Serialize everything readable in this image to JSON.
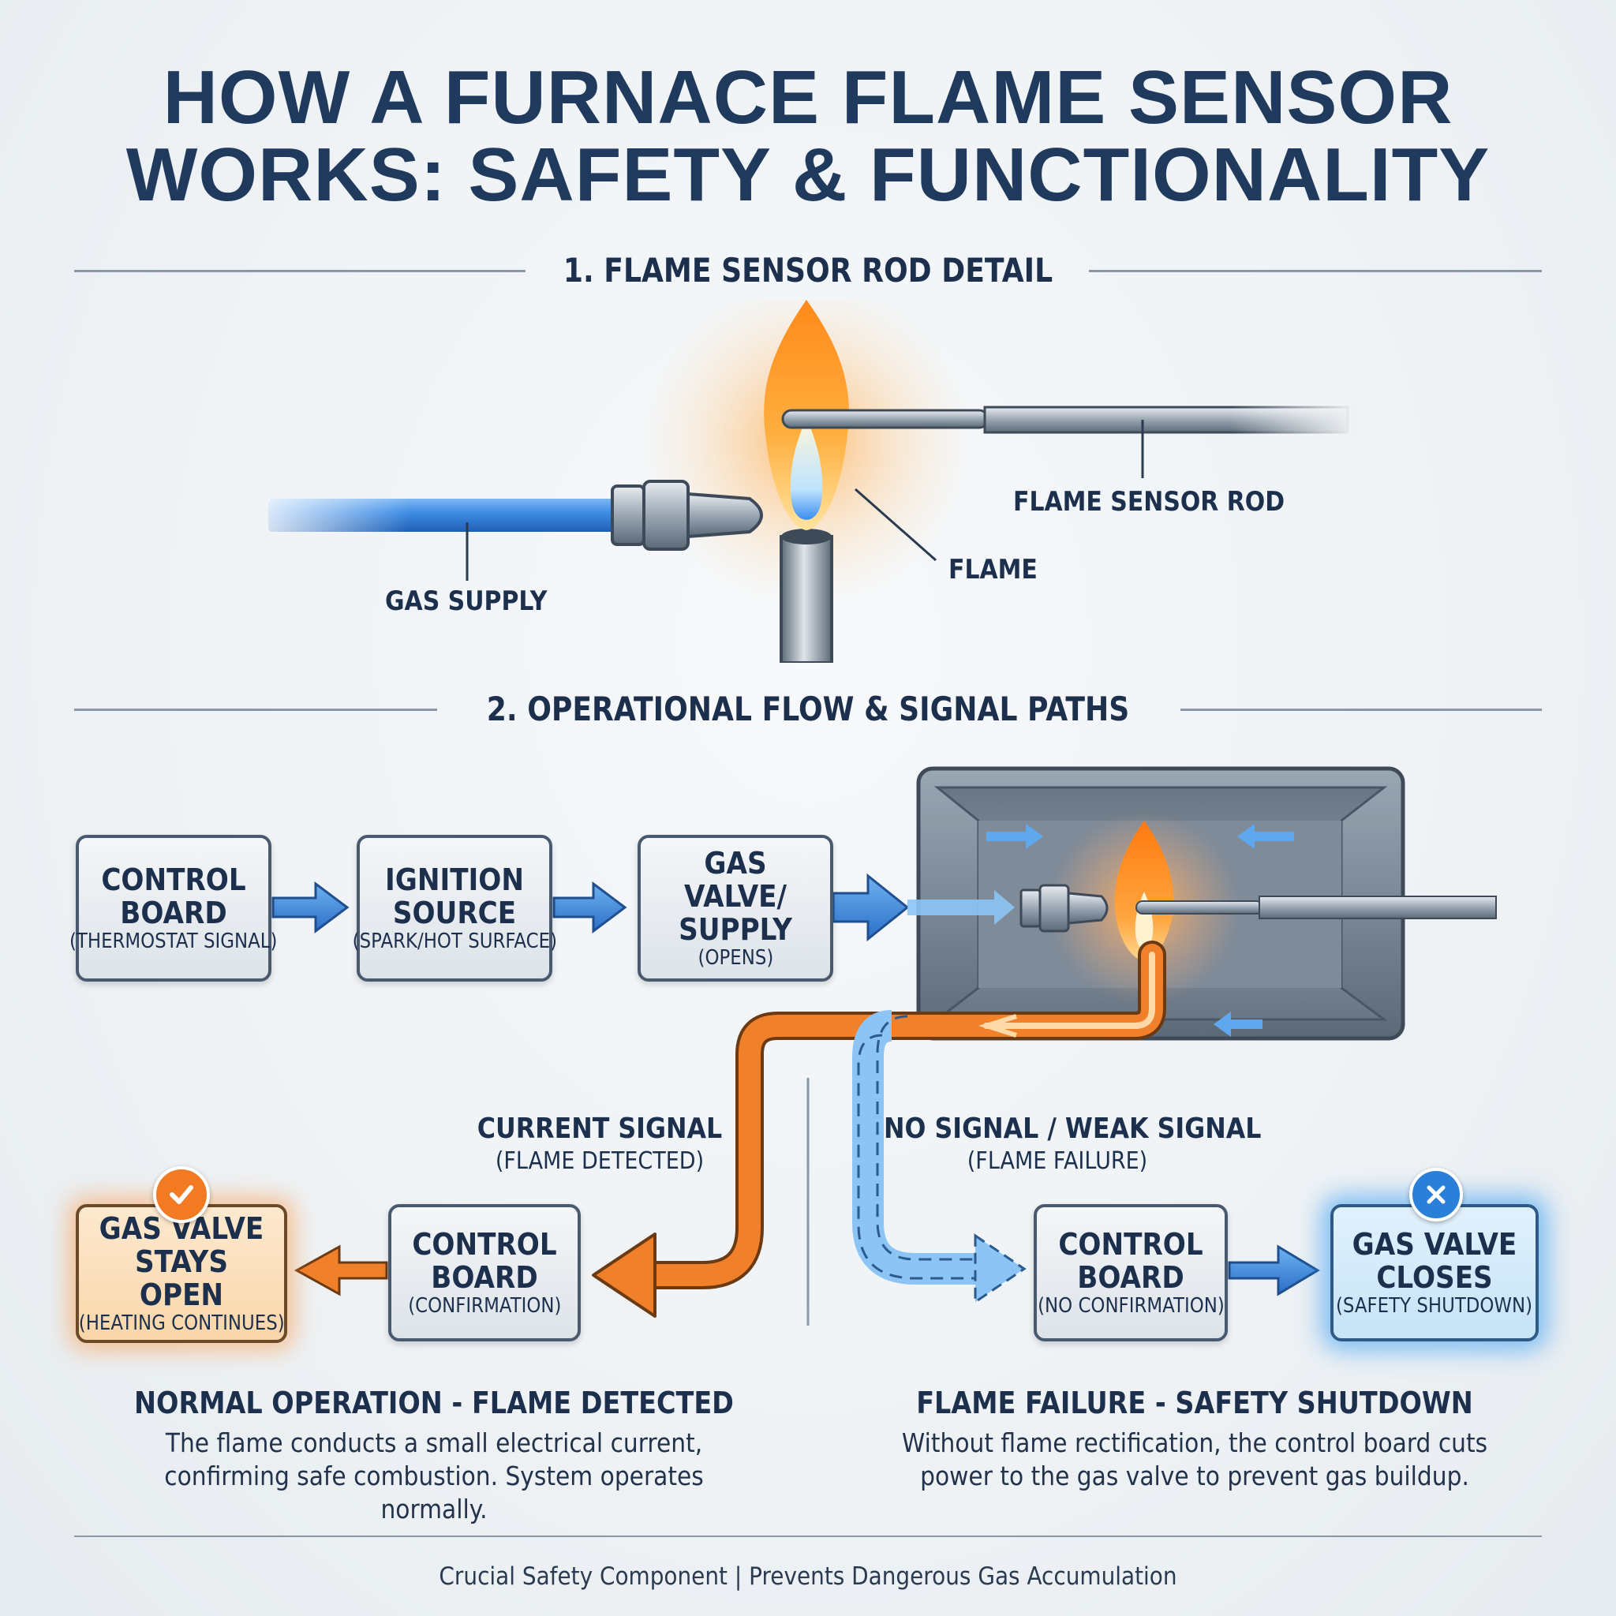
{
  "title": {
    "line1": "HOW A FURNACE FLAME SENSOR",
    "line2": "WORKS: SAFETY & FUNCTIONALITY"
  },
  "section1": {
    "heading": "1. FLAME SENSOR ROD DETAIL",
    "labels": {
      "gas_supply": "GAS SUPPLY",
      "flame": "FLAME",
      "rod": "FLAME SENSOR ROD"
    }
  },
  "section2": {
    "heading": "2. OPERATIONAL FLOW & SIGNAL PATHS",
    "flow": [
      {
        "main": "CONTROL BOARD",
        "sub": "(THERMOSTAT SIGNAL)"
      },
      {
        "main": "IGNITION SOURCE",
        "sub": "(SPARK/HOT SURFACE)"
      },
      {
        "main": "GAS VALVE/ SUPPLY",
        "sub": "(OPENS)"
      }
    ],
    "normal": {
      "signal_main": "CURRENT SIGNAL",
      "signal_sub": "(FLAME DETECTED)",
      "board_main": "CONTROL BOARD",
      "board_sub": "(CONFIRMATION)",
      "result_main": "GAS VALVE STAYS OPEN",
      "result_sub": "(HEATING CONTINUES)",
      "heading": "NORMAL OPERATION - FLAME DETECTED",
      "description": "The flame conducts a small electrical current, confirming safe combustion. System operates normally."
    },
    "failure": {
      "signal_main": "NO SIGNAL / WEAK SIGNAL",
      "signal_sub": "(FLAME FAILURE)",
      "board_main": "CONTROL BOARD",
      "board_sub": "(NO CONFIRMATION)",
      "result_main": "GAS VALVE CLOSES",
      "result_sub": "(SAFETY SHUTDOWN)",
      "heading": "FLAME FAILURE - SAFETY SHUTDOWN",
      "description": "Without flame rectification, the control board cuts power to the gas valve to prevent gas buildup."
    }
  },
  "footer": "Crucial Safety Component | Prevents Dangerous Gas Accumulation",
  "colors": {
    "title": "#1f3a5c",
    "signal_orange": "#f0802a",
    "signal_blue": "#3b8fe0",
    "gas_blue": "#3f8ee6",
    "box_border": "#4a5a6e"
  },
  "icons": {
    "normal_badge": "check-icon",
    "failure_badge": "x-icon"
  }
}
